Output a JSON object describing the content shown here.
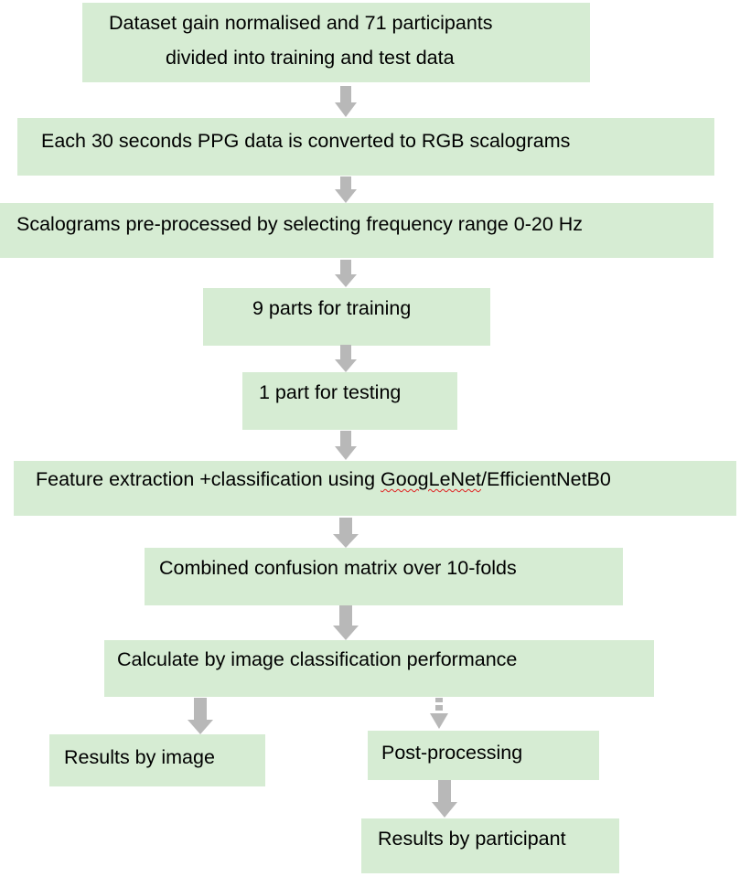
{
  "steps": {
    "dataset": {
      "line1": "Dataset gain normalised and 71 participants",
      "line2": "divided into training and test data"
    },
    "convert": "Each 30 seconds PPG data is converted to RGB scalograms",
    "preprocess": "Scalograms pre-processed by selecting frequency range 0-20 Hz",
    "training": "9 parts for training",
    "testing": "1 part for testing",
    "feature": {
      "prefix": "Feature extraction +classification using ",
      "net1": "GoogLeNet",
      "suffix": "/EfficientNetB0"
    },
    "confusion": "Combined confusion matrix over 10-folds",
    "calculate": "Calculate by image classification performance",
    "results_image": "Results by image",
    "postprocess": "Post-processing",
    "results_participant": "Results by participant"
  },
  "colors": {
    "box_fill": "#d6ecd3",
    "arrow": "#b8b8b8",
    "spell_underline": "#e02020"
  }
}
